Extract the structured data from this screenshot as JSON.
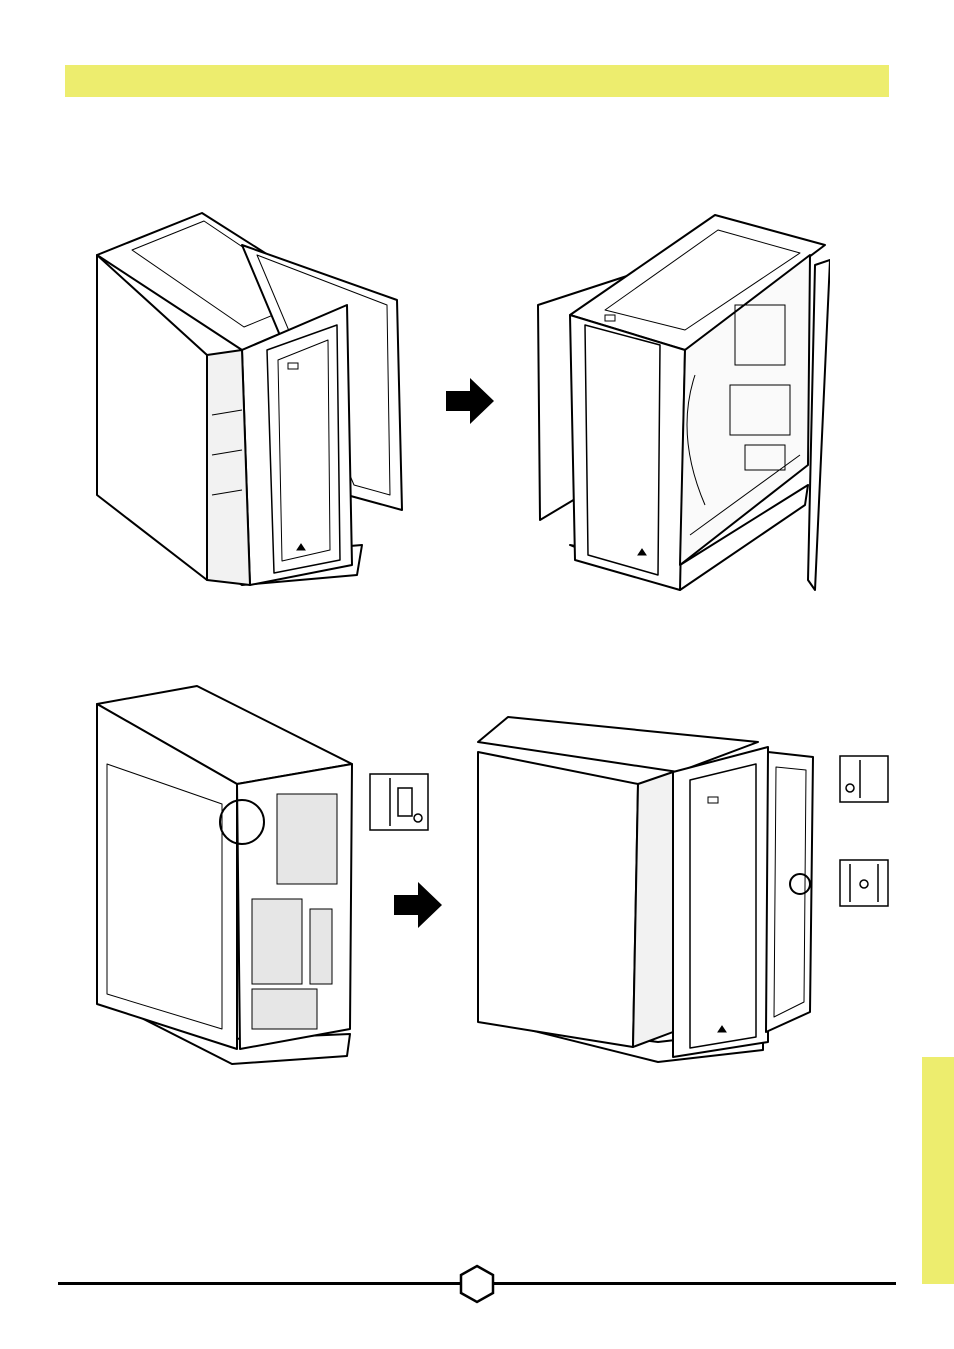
{
  "header": {
    "banner_color": "#eded6e"
  },
  "side_tab": {
    "color": "#eded6e"
  },
  "figures": [
    {
      "id": "step1-before",
      "icon": "pc-case-front-glass-closed"
    },
    {
      "id": "step1-arrow",
      "icon": "right-arrow-icon"
    },
    {
      "id": "step1-after",
      "icon": "pc-case-front-glass-open"
    },
    {
      "id": "step2-before",
      "icon": "pc-case-rear-hinge-detail"
    },
    {
      "id": "step2-arrow",
      "icon": "right-arrow-icon"
    },
    {
      "id": "step2-after",
      "icon": "pc-case-side-panel-swapped"
    }
  ],
  "footer": {
    "page_badge_icon": "hexagon-icon"
  }
}
